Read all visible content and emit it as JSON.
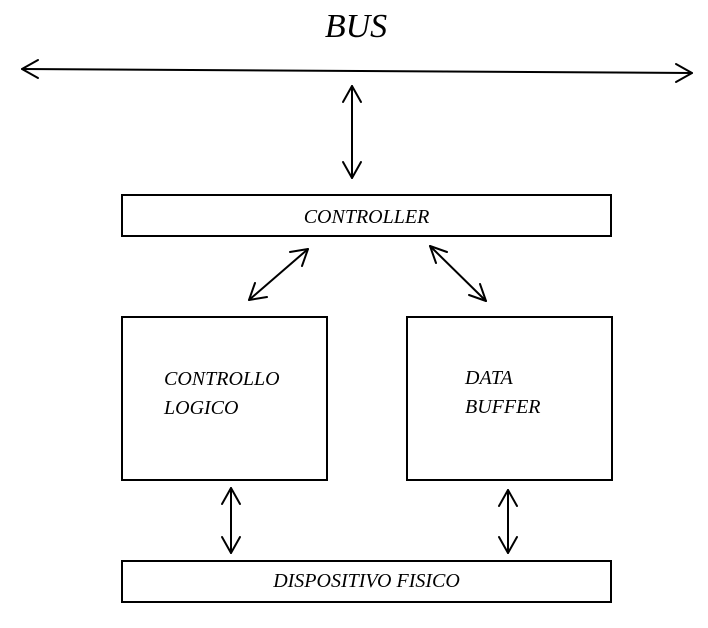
{
  "diagram": {
    "bus_label": "BUS",
    "controller_label": "CONTROLLER",
    "controllo_logico": {
      "line1": "CONTROLLO",
      "line2": "LOGICO"
    },
    "data_buffer": {
      "line1": "DATA",
      "line2": "BUFFER"
    },
    "device_label": "DISPOSITIVO FISICO",
    "stroke_color": "#000000",
    "background_color": "#ffffff"
  }
}
